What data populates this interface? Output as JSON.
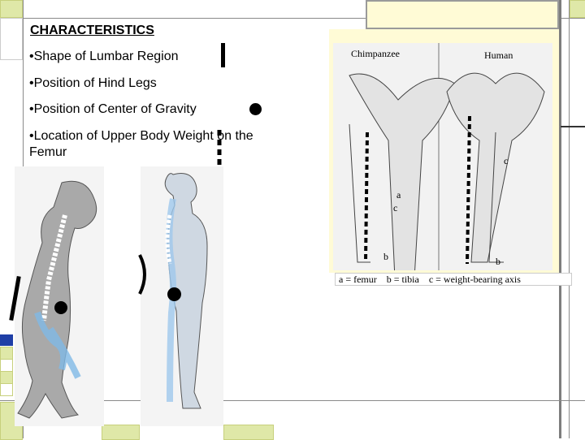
{
  "slide": {
    "title": "CHARACTERISTICS",
    "bullets": [
      "•Shape of Lumbar Region",
      "•Position of Hind Legs",
      "•Position of Center of Gravity",
      "•Location of Upper Body Weight on the Femur"
    ]
  },
  "figure": {
    "label_left": "Chimpanzee",
    "label_right": "Human",
    "caption": "a = femur    b = tibia    c = weight-bearing axis",
    "letters": [
      "a",
      "c",
      "b",
      "c",
      "b"
    ]
  },
  "colors": {
    "accent_yellow": "#fffbd6",
    "accent_green": "#dfe8a8",
    "frame_gray": "#8a8a8a",
    "tab_blue": "#1f3fa6"
  }
}
